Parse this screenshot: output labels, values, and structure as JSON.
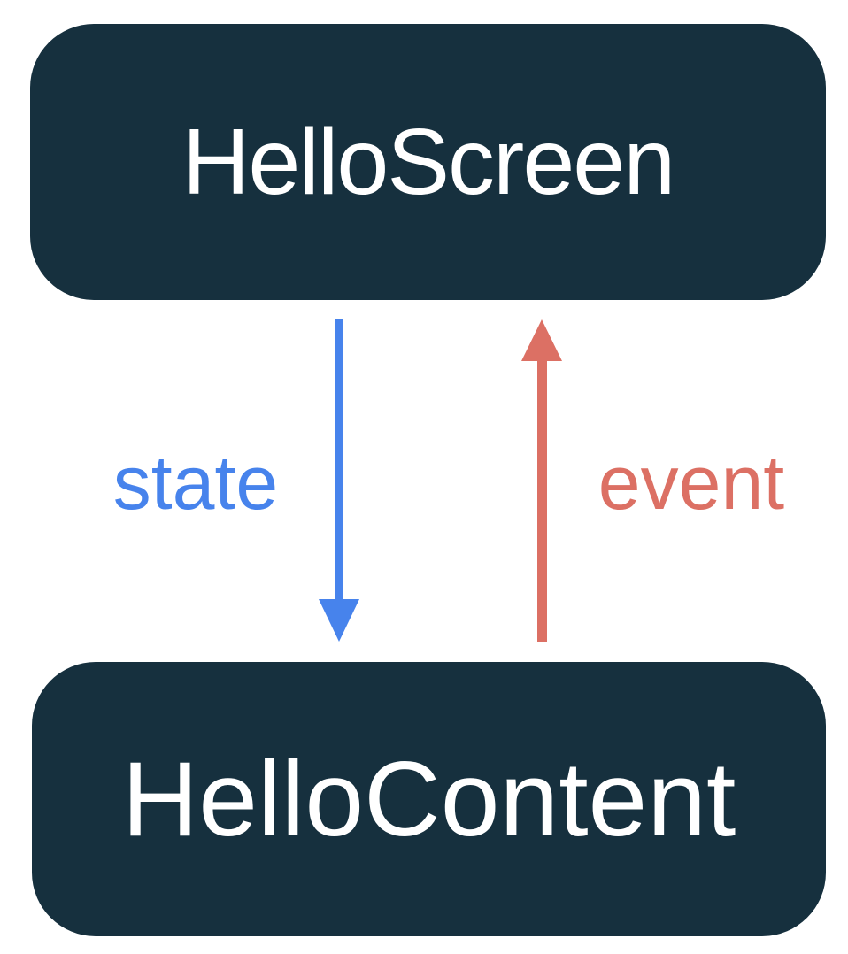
{
  "diagram": {
    "background": "#FFFFFF",
    "node_style": {
      "background": "#16303E",
      "text_color": "#FFFFFF"
    },
    "nodes": [
      {
        "id": "hello-screen",
        "label": "HelloScreen"
      },
      {
        "id": "hello-content",
        "label": "HelloContent"
      }
    ],
    "edges": [
      {
        "id": "state",
        "label": "state",
        "direction": "down",
        "color": "#4783EC"
      },
      {
        "id": "event",
        "label": "event",
        "direction": "up",
        "color": "#DC7064"
      }
    ]
  }
}
